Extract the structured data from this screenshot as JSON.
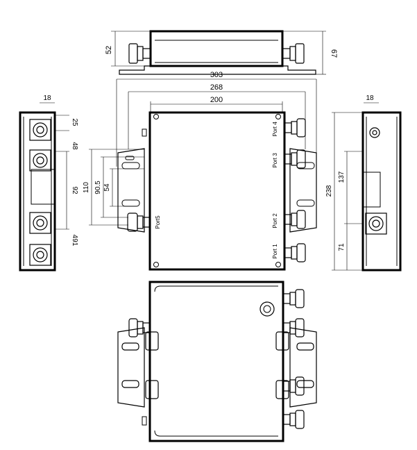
{
  "dimensions": {
    "top_height": "52",
    "top_height_right": "67",
    "overall_width": "303",
    "mount_width": "268",
    "body_width": "200",
    "left_view_width": "18",
    "left_d1": "25",
    "left_d2": "48",
    "left_d3": "92",
    "left_d4": "491",
    "right_view_width": "18",
    "right_d1": "137",
    "right_d2": "238",
    "right_d3": "71",
    "front_d1": "110",
    "front_d2": "90.5",
    "front_d3": "54"
  },
  "ports": {
    "port1": "Port 1",
    "port2": "Port 2",
    "port3": "Port 3",
    "port4": "Port 4",
    "port5": "Port5"
  }
}
